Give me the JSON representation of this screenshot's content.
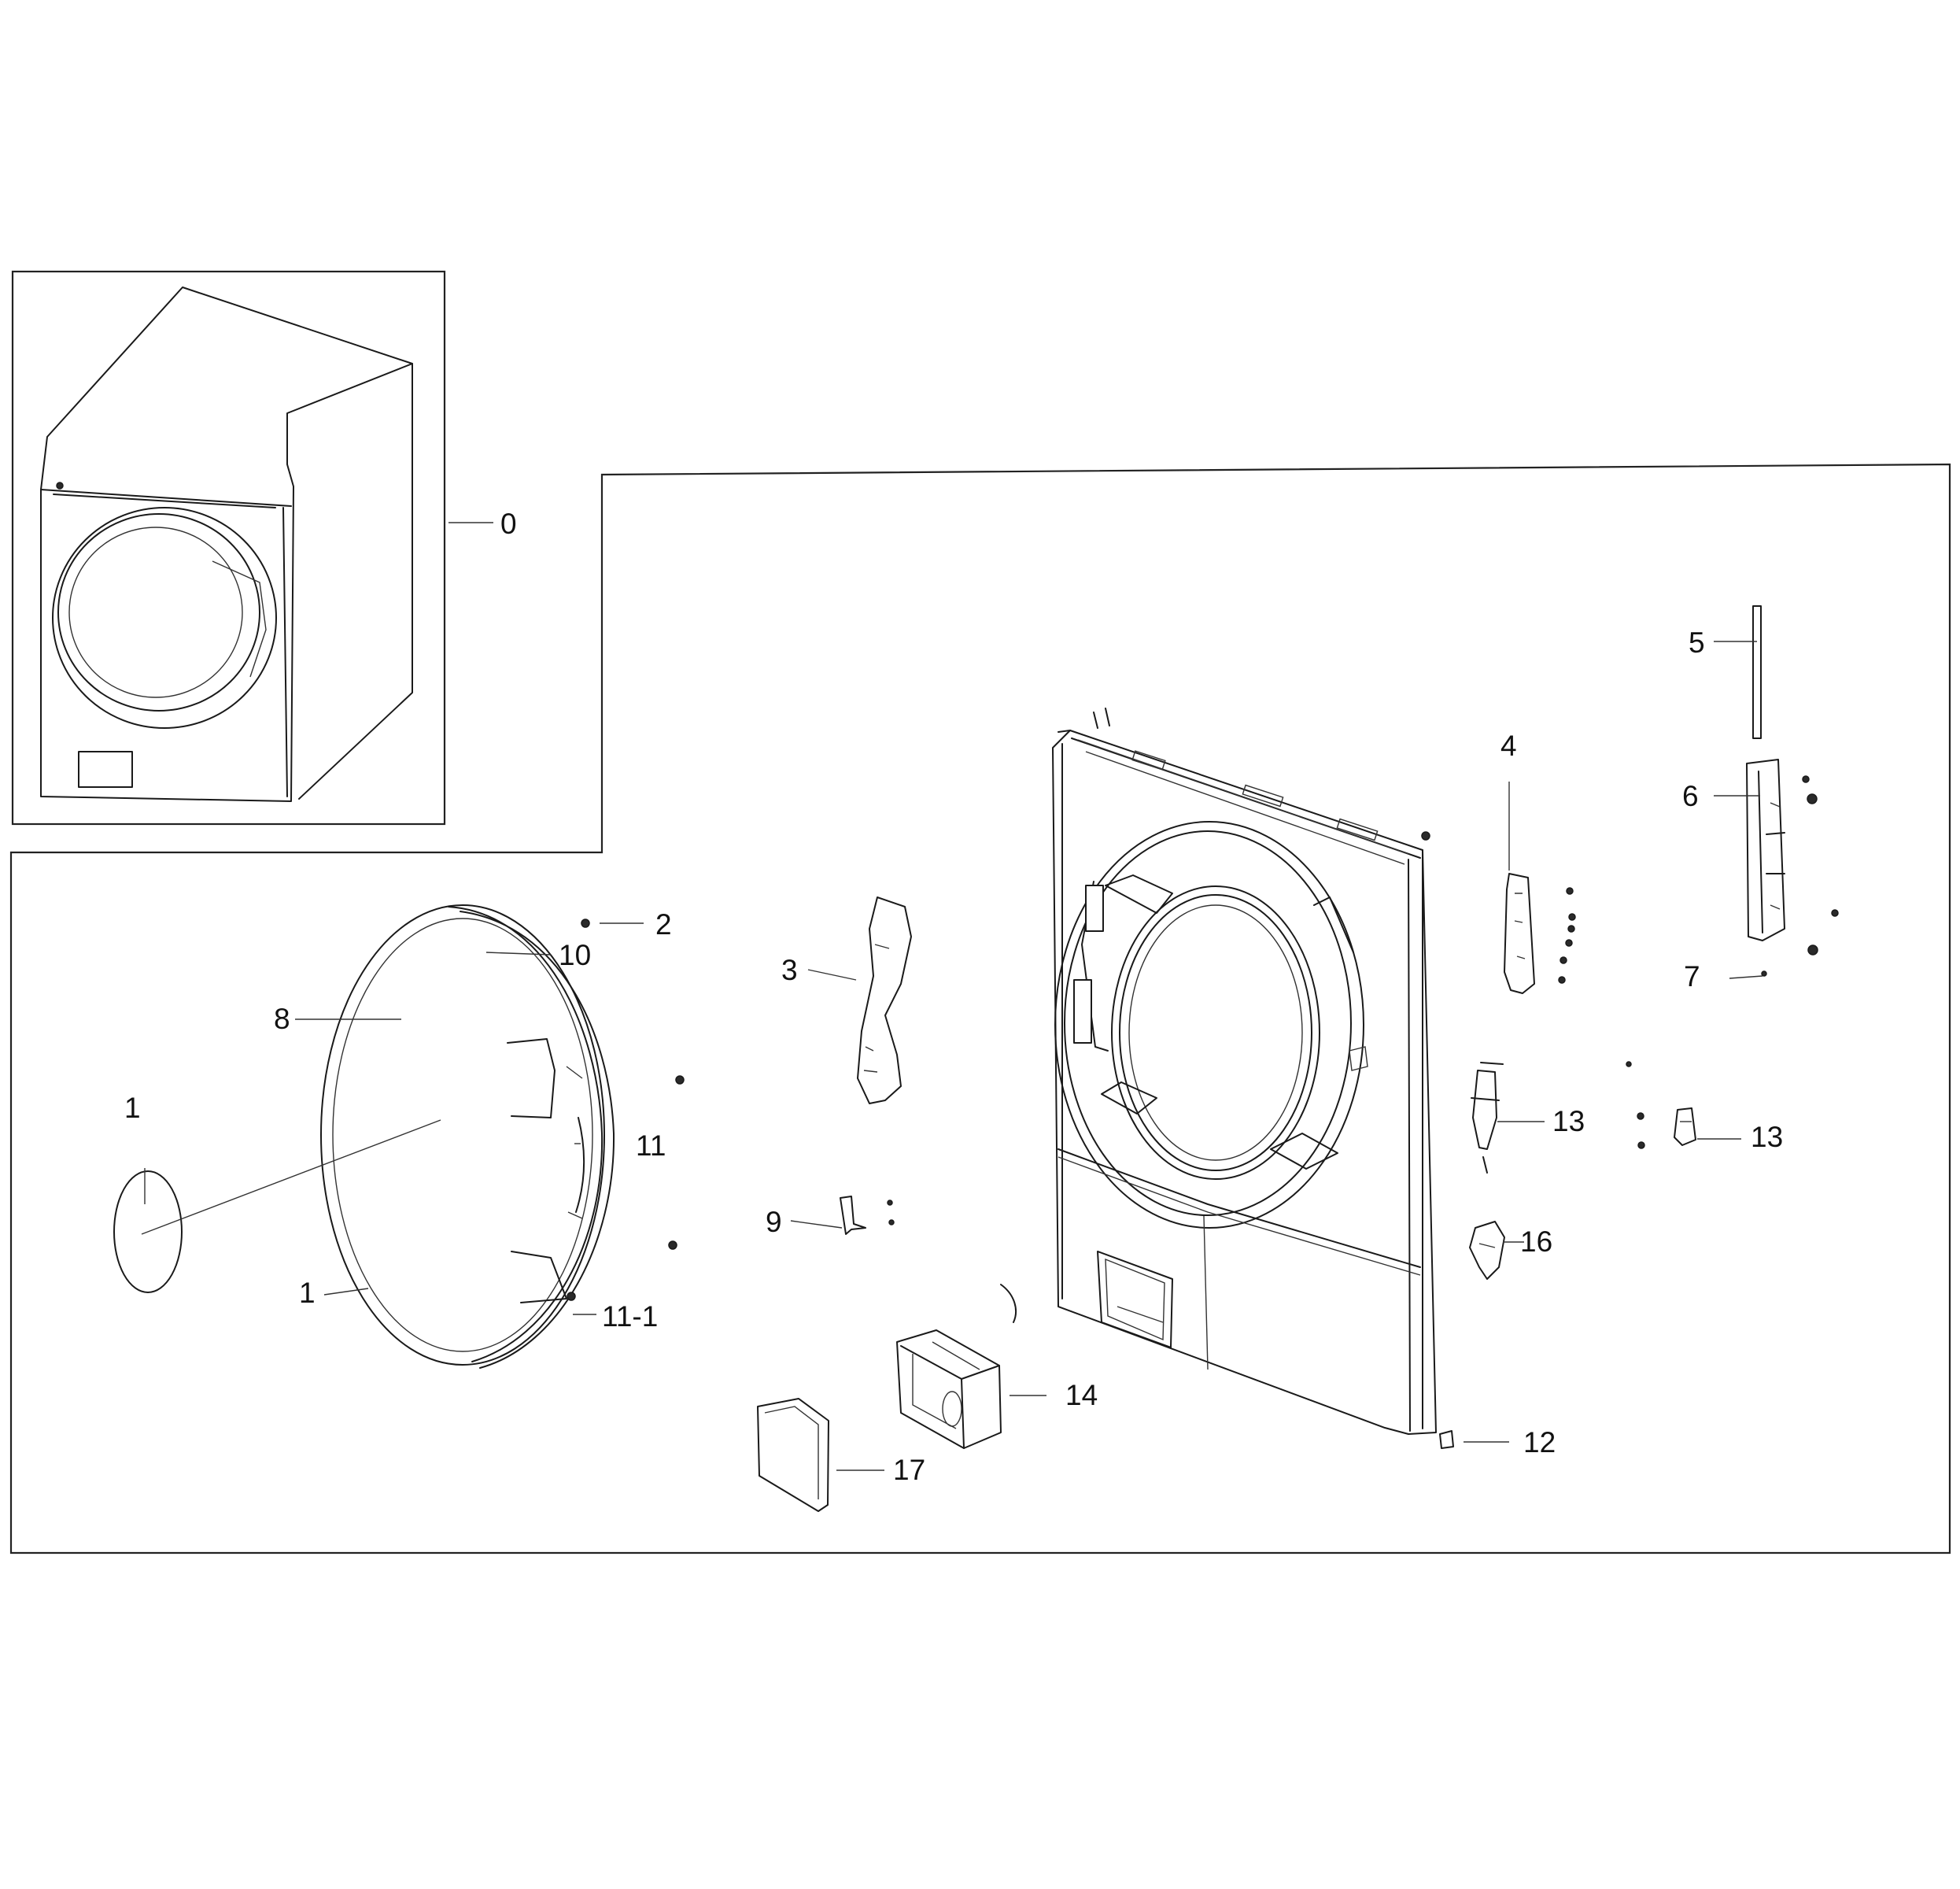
{
  "callouts": [
    {
      "id": "0",
      "label": "0"
    },
    {
      "id": "1a",
      "label": "1"
    },
    {
      "id": "1b",
      "label": "1"
    },
    {
      "id": "2",
      "label": "2"
    },
    {
      "id": "3",
      "label": "3"
    },
    {
      "id": "4",
      "label": "4"
    },
    {
      "id": "5",
      "label": "5"
    },
    {
      "id": "6",
      "label": "6"
    },
    {
      "id": "7",
      "label": "7"
    },
    {
      "id": "8",
      "label": "8"
    },
    {
      "id": "9",
      "label": "9"
    },
    {
      "id": "10",
      "label": "10"
    },
    {
      "id": "11",
      "label": "11"
    },
    {
      "id": "11-1",
      "label": "11-1"
    },
    {
      "id": "12",
      "label": "12"
    },
    {
      "id": "13a",
      "label": "13"
    },
    {
      "id": "13b",
      "label": "13"
    },
    {
      "id": "14",
      "label": "14"
    },
    {
      "id": "16",
      "label": "16"
    },
    {
      "id": "17",
      "label": "17"
    }
  ]
}
